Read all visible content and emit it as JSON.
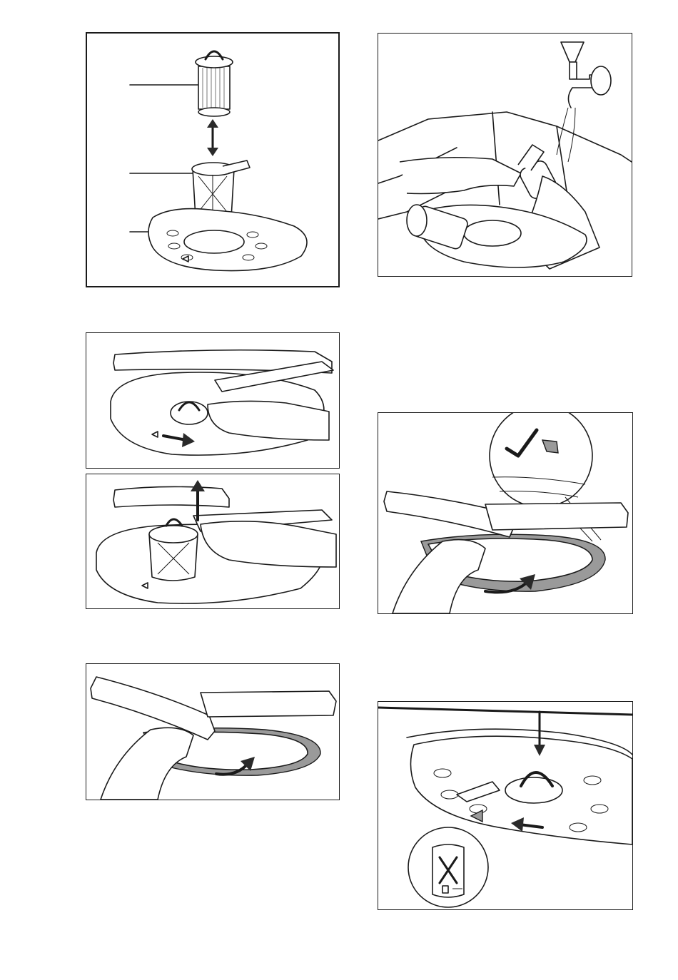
{
  "page": {
    "figures": [
      {
        "id": "filter-exploded-view",
        "callouts": 3
      },
      {
        "id": "rinse-filters-under-tap"
      },
      {
        "id": "unlock-turn-filter"
      },
      {
        "id": "lift-filter-out"
      },
      {
        "id": "check-filter-plate-position"
      },
      {
        "id": "turn-filter-plate"
      },
      {
        "id": "insert-lock-filter"
      }
    ],
    "icons": [
      "check-mark-icon",
      "up-arrow-icon",
      "rotate-arrow-icon",
      "lock-icon",
      "down-arrow-icon",
      "left-arrow-icon",
      "right-arrow-icon"
    ]
  }
}
